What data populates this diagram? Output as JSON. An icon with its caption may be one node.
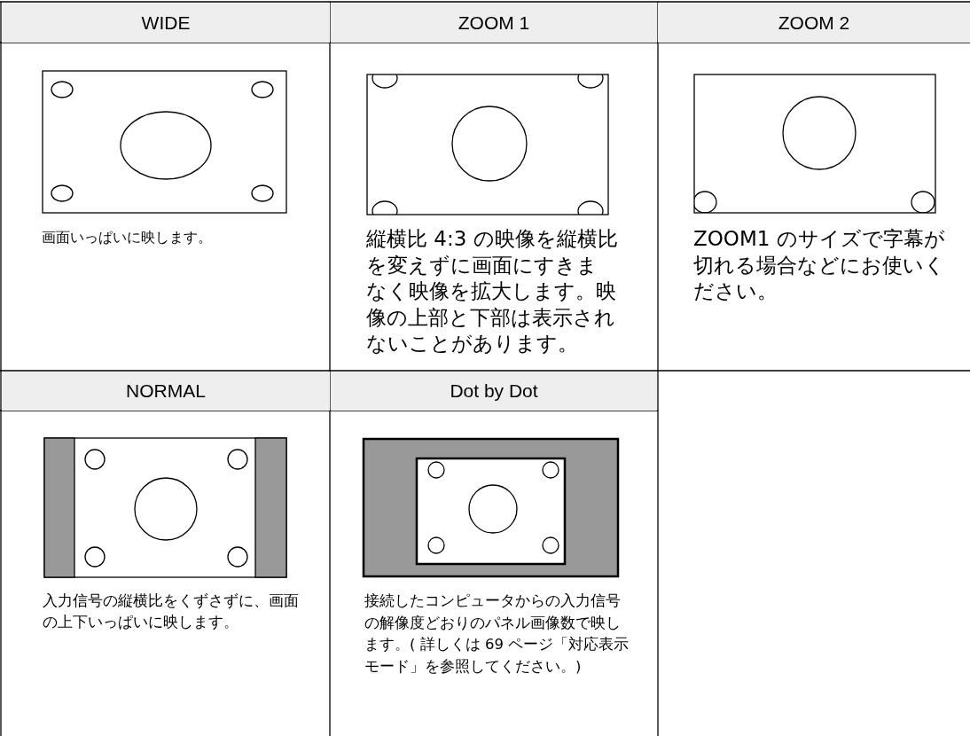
{
  "diagram": {
    "labels": [
      "WIDE",
      "ZOOM 1",
      "ZOOM 2",
      "画面いっぱいに映します。",
      "縦横比 4:3 の映像を縦横比を変えずに画面にすきまなく映像を拡大します。映像の上部と下部は表示されないことがあります。",
      "ZOOM1 のサイズで字幕が切れる場合などにお使いください。",
      "NORMAL",
      "Dot by Dot",
      "入力信号の縦横比をくずさずに、画面の上下いっぱいに映します。",
      "接続したコンピュータからの入力信号の解像度どおりのパネル画像数で映します。( 詳しくは 69 ページ「対応表示モード」を参照してください。)"
    ]
  }
}
